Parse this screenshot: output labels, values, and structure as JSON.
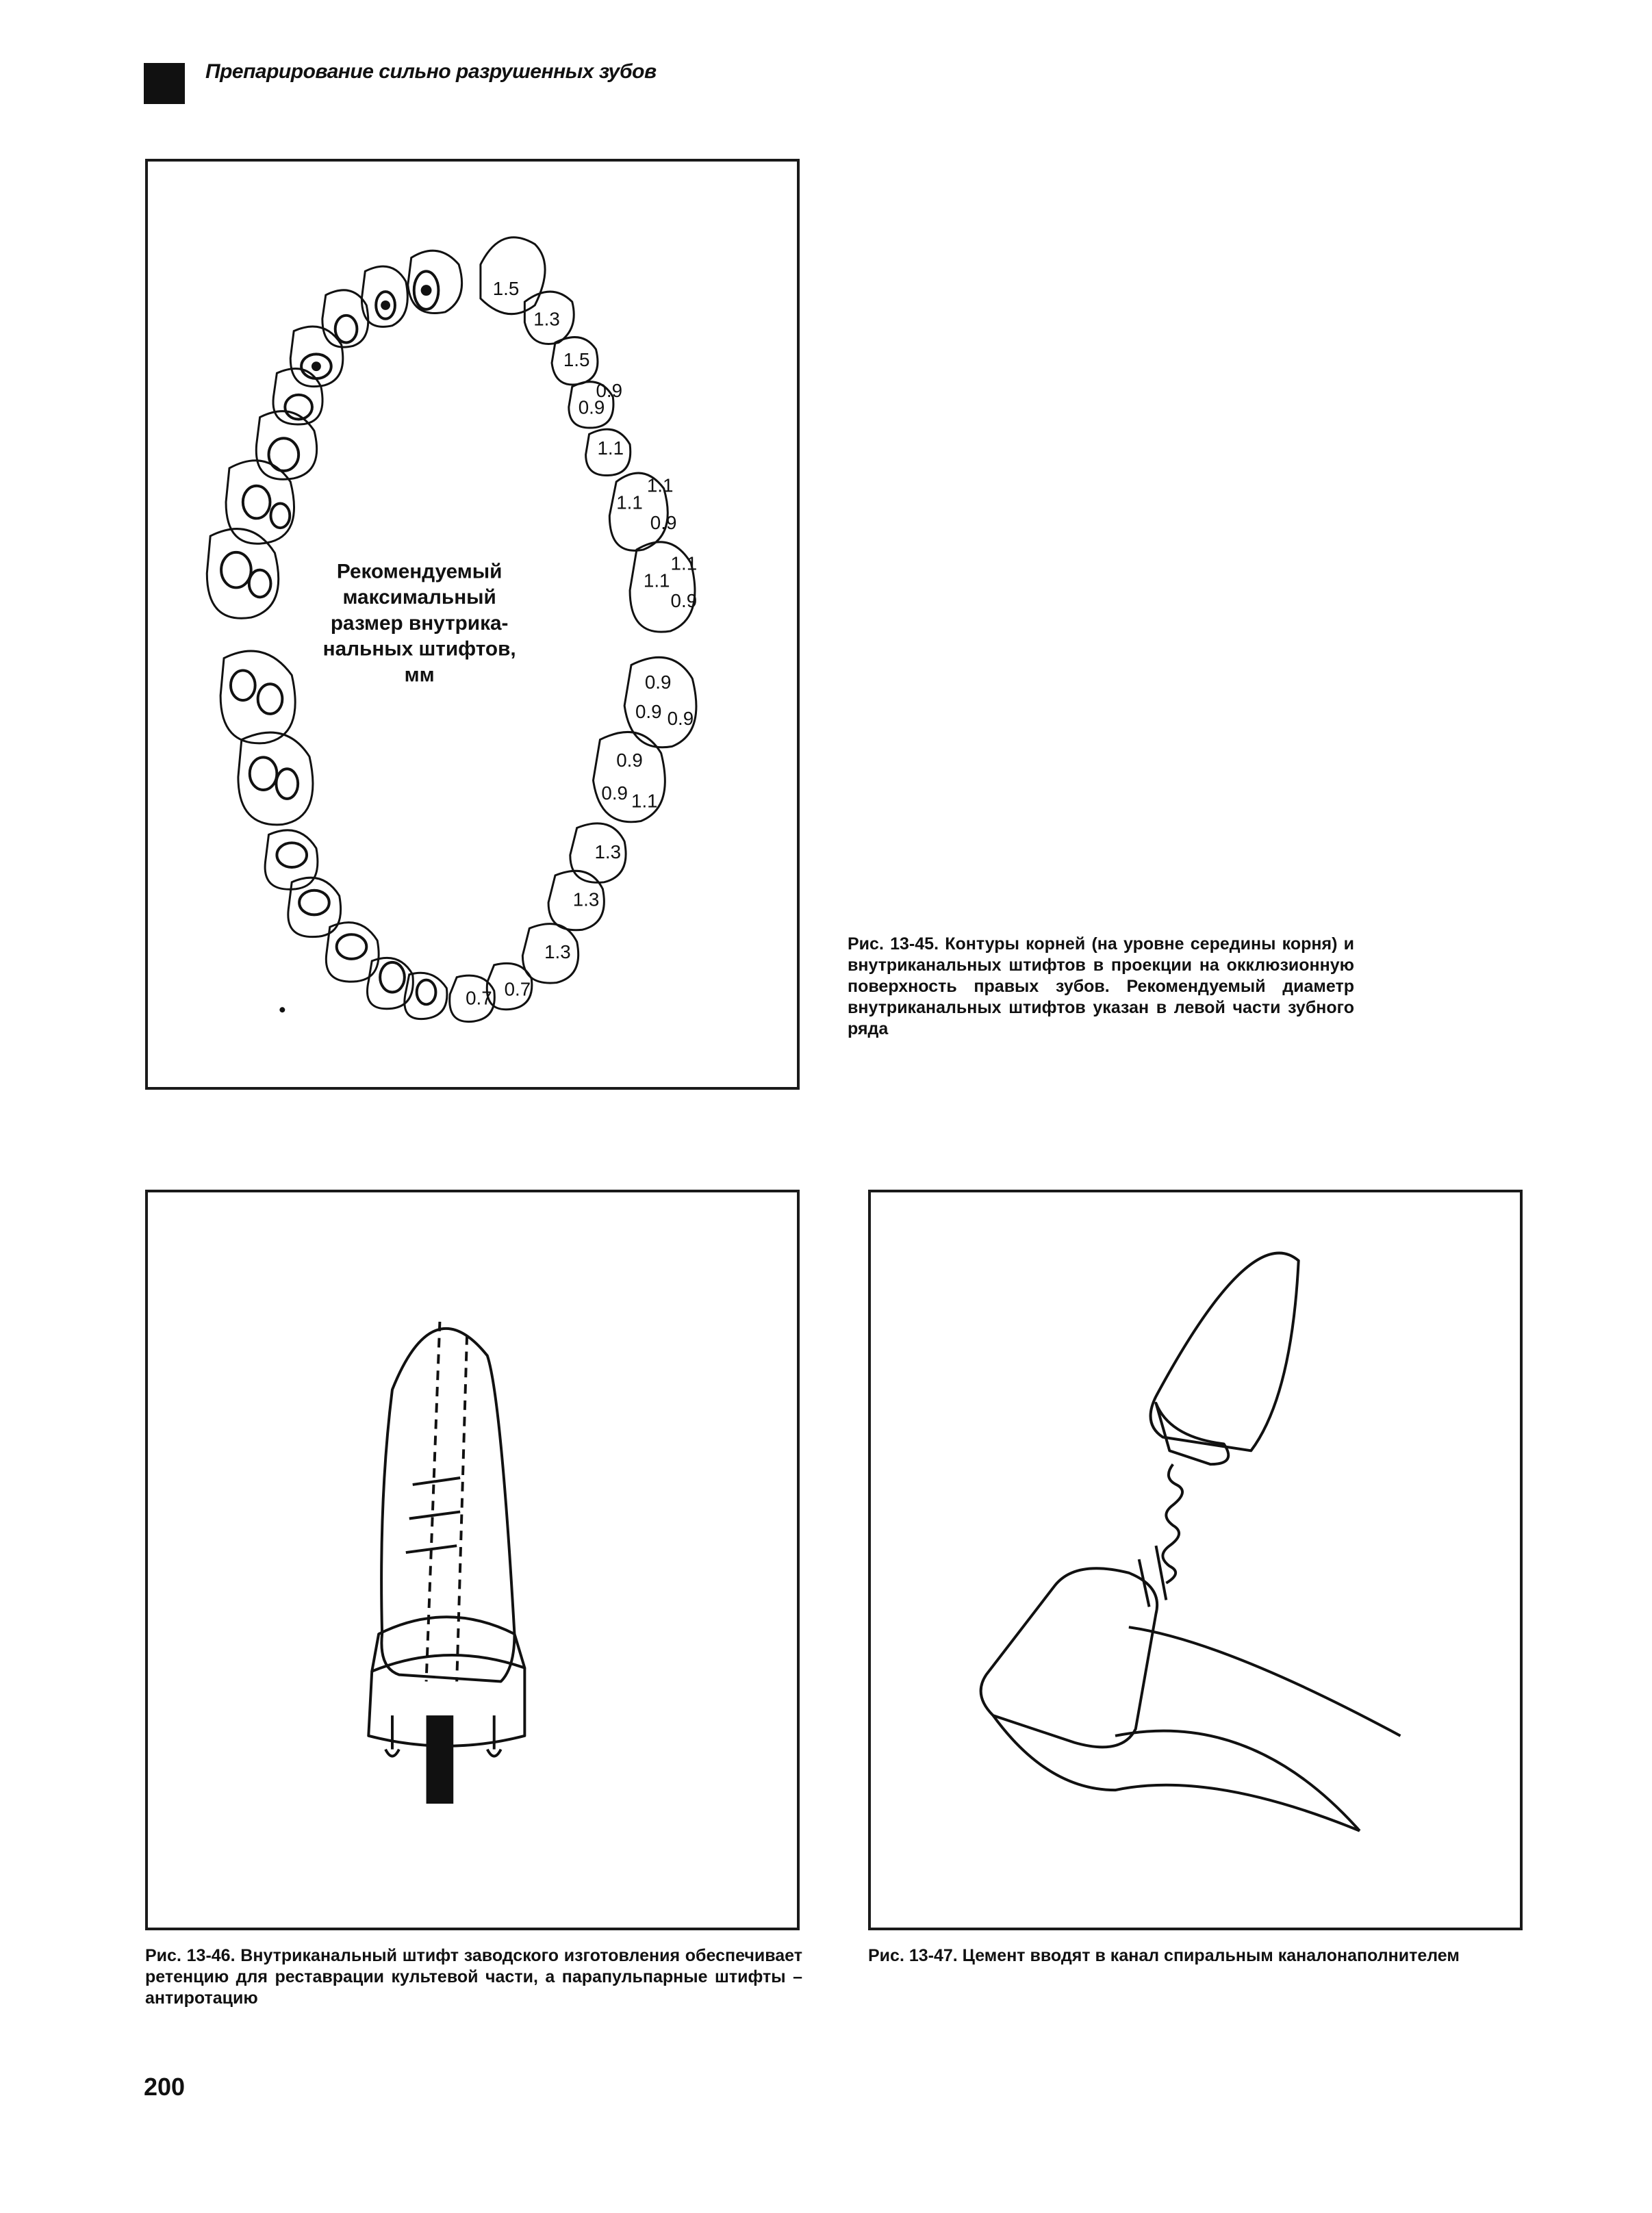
{
  "header": {
    "title": "Препарирование сильно разрушенных зубов"
  },
  "figure_45": {
    "center_label_lines": [
      "Рекомендуемый",
      "максимальный",
      "размер внутрика-",
      "нальных штифтов,",
      "мм"
    ],
    "tooth_values": [
      "1.5",
      "1.3",
      "1.5",
      "0.9",
      "0.9",
      "1.1",
      "1.1",
      "1.1",
      "0.9",
      "1.1",
      "1.1",
      "0.9",
      "0.9",
      "0.9",
      "0.9",
      "0.9",
      "0.9",
      "1.1",
      "1.3",
      "1.3",
      "1.3",
      "0.7",
      "0.7"
    ],
    "caption": "Рис. 13-45. Контуры корней (на уровне середины корня) и внутриканальных штифтов в проекции на окклюзионную поверхность правых зубов. Рекомендуемый диаметр внутриканальных штифтов указан в левой части зубного ряда"
  },
  "figure_46": {
    "caption": "Рис. 13-46. Внутриканальный штифт заводского изготовления обеспечивает ретенцию для реставрации культевой части, а парапульпарные штифты – антиротацию"
  },
  "figure_47": {
    "caption": "Рис. 13-47. Цемент вводят в канал спиральным каналонаполнителем"
  },
  "page_number": "200"
}
